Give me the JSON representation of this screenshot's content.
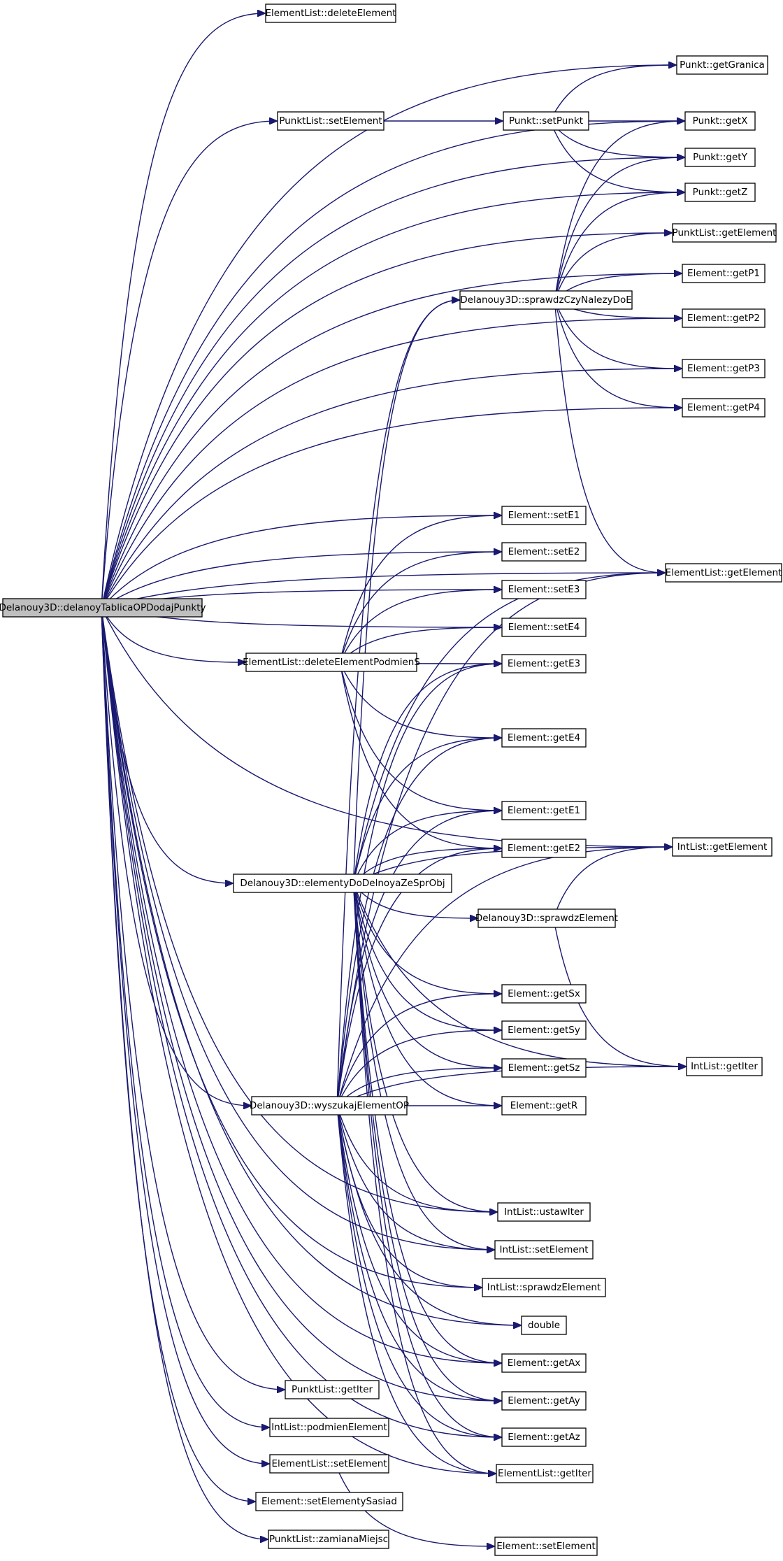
{
  "diagram": {
    "root_id": "root",
    "nodes": [
      {
        "id": "root",
        "label": "Delanouy3D::delanoyTablicaOPDodajPunkty"
      },
      {
        "id": "el_deleteElement",
        "label": "ElementList::deleteElement"
      },
      {
        "id": "pl_setElement",
        "label": "PunktList::setElement"
      },
      {
        "id": "p_setPunkt",
        "label": "Punkt::setPunkt"
      },
      {
        "id": "p_getGranica",
        "label": "Punkt::getGranica"
      },
      {
        "id": "p_getX",
        "label": "Punkt::getX"
      },
      {
        "id": "p_getY",
        "label": "Punkt::getY"
      },
      {
        "id": "p_getZ",
        "label": "Punkt::getZ"
      },
      {
        "id": "pl_getElement",
        "label": "PunktList::getElement"
      },
      {
        "id": "e_getP1",
        "label": "Element::getP1"
      },
      {
        "id": "d_sprawdzCzy",
        "label": "Delanouy3D::sprawdzCzyNalezyDoE"
      },
      {
        "id": "e_getP2",
        "label": "Element::getP2"
      },
      {
        "id": "e_getP3",
        "label": "Element::getP3"
      },
      {
        "id": "e_getP4",
        "label": "Element::getP4"
      },
      {
        "id": "e_setE1",
        "label": "Element::setE1"
      },
      {
        "id": "e_setE2",
        "label": "Element::setE2"
      },
      {
        "id": "el_getElement",
        "label": "ElementList::getElement"
      },
      {
        "id": "e_setE3",
        "label": "Element::setE3"
      },
      {
        "id": "e_setE4",
        "label": "Element::setE4"
      },
      {
        "id": "el_deleteElementPodmienS",
        "label": "ElementList::deleteElementPodmienS"
      },
      {
        "id": "e_getE3",
        "label": "Element::getE3"
      },
      {
        "id": "e_getE4",
        "label": "Element::getE4"
      },
      {
        "id": "e_getE1",
        "label": "Element::getE1"
      },
      {
        "id": "il_getElement",
        "label": "IntList::getElement"
      },
      {
        "id": "e_getE2",
        "label": "Element::getE2"
      },
      {
        "id": "d_elementyDo",
        "label": "Delanouy3D::elementyDoDelnoyaZeSprObj"
      },
      {
        "id": "d_sprawdzElement",
        "label": "Delanouy3D::sprawdzElement"
      },
      {
        "id": "e_getSx",
        "label": "Element::getSx"
      },
      {
        "id": "e_getSy",
        "label": "Element::getSy"
      },
      {
        "id": "il_getIter",
        "label": "IntList::getIter"
      },
      {
        "id": "e_getSz",
        "label": "Element::getSz"
      },
      {
        "id": "d_wyszukaj",
        "label": "Delanouy3D::wyszukajElementOP"
      },
      {
        "id": "e_getR",
        "label": "Element::getR"
      },
      {
        "id": "il_ustawIter",
        "label": "IntList::ustawIter"
      },
      {
        "id": "il_setElement",
        "label": "IntList::setElement"
      },
      {
        "id": "il_sprawdzElement",
        "label": "IntList::sprawdzElement"
      },
      {
        "id": "double",
        "label": "double"
      },
      {
        "id": "e_getAx",
        "label": "Element::getAx"
      },
      {
        "id": "pl_getIter",
        "label": "PunktList::getIter"
      },
      {
        "id": "e_getAy",
        "label": "Element::getAy"
      },
      {
        "id": "il_podmien",
        "label": "IntList::podmienElement"
      },
      {
        "id": "e_getAz",
        "label": "Element::getAz"
      },
      {
        "id": "el_setElement",
        "label": "ElementList::setElement"
      },
      {
        "id": "el_getIter",
        "label": "ElementList::getIter"
      },
      {
        "id": "e_setSasiad",
        "label": "Element::setElementySasiad"
      },
      {
        "id": "pl_zamiana",
        "label": "PunktList::zamianaMiejsc"
      },
      {
        "id": "e_setElement",
        "label": "Element::setElement"
      }
    ],
    "edges": [
      [
        "root",
        "el_deleteElement"
      ],
      [
        "root",
        "p_getGranica"
      ],
      [
        "root",
        "pl_setElement"
      ],
      [
        "root",
        "p_getX"
      ],
      [
        "root",
        "p_getY"
      ],
      [
        "root",
        "p_getZ"
      ],
      [
        "root",
        "pl_getElement"
      ],
      [
        "root",
        "e_getP1"
      ],
      [
        "root",
        "e_getP2"
      ],
      [
        "root",
        "e_getP3"
      ],
      [
        "root",
        "e_getP4"
      ],
      [
        "root",
        "el_getElement"
      ],
      [
        "root",
        "il_getElement"
      ],
      [
        "root",
        "e_setE1"
      ],
      [
        "root",
        "e_setE2"
      ],
      [
        "root",
        "e_setE3"
      ],
      [
        "root",
        "e_setE4"
      ],
      [
        "root",
        "el_deleteElementPodmienS"
      ],
      [
        "root",
        "d_elementyDo"
      ],
      [
        "root",
        "d_wyszukaj"
      ],
      [
        "root",
        "il_ustawIter"
      ],
      [
        "root",
        "il_setElement"
      ],
      [
        "root",
        "il_sprawdzElement"
      ],
      [
        "root",
        "double"
      ],
      [
        "root",
        "e_getAx"
      ],
      [
        "root",
        "e_getAy"
      ],
      [
        "root",
        "e_getAz"
      ],
      [
        "root",
        "el_getIter"
      ],
      [
        "root",
        "pl_getIter"
      ],
      [
        "root",
        "il_podmien"
      ],
      [
        "root",
        "el_setElement"
      ],
      [
        "root",
        "e_setSasiad"
      ],
      [
        "root",
        "pl_zamiana"
      ],
      [
        "pl_setElement",
        "p_setPunkt"
      ],
      [
        "p_setPunkt",
        "p_getGranica"
      ],
      [
        "p_setPunkt",
        "p_getX"
      ],
      [
        "p_setPunkt",
        "p_getY"
      ],
      [
        "p_setPunkt",
        "p_getZ"
      ],
      [
        "d_sprawdzCzy",
        "p_getX"
      ],
      [
        "d_sprawdzCzy",
        "p_getY"
      ],
      [
        "d_sprawdzCzy",
        "p_getZ"
      ],
      [
        "d_sprawdzCzy",
        "pl_getElement"
      ],
      [
        "d_sprawdzCzy",
        "e_getP1"
      ],
      [
        "d_sprawdzCzy",
        "e_getP2"
      ],
      [
        "d_sprawdzCzy",
        "e_getP3"
      ],
      [
        "d_sprawdzCzy",
        "e_getP4"
      ],
      [
        "d_sprawdzCzy",
        "el_getElement"
      ],
      [
        "el_deleteElementPodmienS",
        "e_setE1"
      ],
      [
        "el_deleteElementPodmienS",
        "e_setE2"
      ],
      [
        "el_deleteElementPodmienS",
        "e_setE3"
      ],
      [
        "el_deleteElementPodmienS",
        "e_setE4"
      ],
      [
        "el_deleteElementPodmienS",
        "e_getE1"
      ],
      [
        "el_deleteElementPodmienS",
        "e_getE2"
      ],
      [
        "el_deleteElementPodmienS",
        "e_getE3"
      ],
      [
        "el_deleteElementPodmienS",
        "e_getE4"
      ],
      [
        "d_elementyDo",
        "d_sprawdzCzy"
      ],
      [
        "d_elementyDo",
        "el_getElement"
      ],
      [
        "d_elementyDo",
        "e_getE1"
      ],
      [
        "d_elementyDo",
        "e_getE2"
      ],
      [
        "d_elementyDo",
        "e_getE3"
      ],
      [
        "d_elementyDo",
        "e_getE4"
      ],
      [
        "d_elementyDo",
        "il_getElement"
      ],
      [
        "d_elementyDo",
        "d_sprawdzElement"
      ],
      [
        "d_elementyDo",
        "il_getIter"
      ],
      [
        "d_elementyDo",
        "e_getSx"
      ],
      [
        "d_elementyDo",
        "e_getSy"
      ],
      [
        "d_elementyDo",
        "e_getSz"
      ],
      [
        "d_elementyDo",
        "e_getR"
      ],
      [
        "d_elementyDo",
        "il_ustawIter"
      ],
      [
        "d_elementyDo",
        "il_setElement"
      ],
      [
        "d_elementyDo",
        "e_getAx"
      ],
      [
        "d_elementyDo",
        "e_getAy"
      ],
      [
        "d_elementyDo",
        "e_getAz"
      ],
      [
        "d_elementyDo",
        "el_getIter"
      ],
      [
        "d_sprawdzElement",
        "il_getElement"
      ],
      [
        "d_sprawdzElement",
        "il_getIter"
      ],
      [
        "d_wyszukaj",
        "d_sprawdzCzy"
      ],
      [
        "d_wyszukaj",
        "el_getElement"
      ],
      [
        "d_wyszukaj",
        "e_getE1"
      ],
      [
        "d_wyszukaj",
        "e_getE2"
      ],
      [
        "d_wyszukaj",
        "e_getE3"
      ],
      [
        "d_wyszukaj",
        "e_getE4"
      ],
      [
        "d_wyszukaj",
        "il_getElement"
      ],
      [
        "d_wyszukaj",
        "il_getIter"
      ],
      [
        "d_wyszukaj",
        "e_getSx"
      ],
      [
        "d_wyszukaj",
        "e_getSy"
      ],
      [
        "d_wyszukaj",
        "e_getSz"
      ],
      [
        "d_wyszukaj",
        "e_getR"
      ],
      [
        "d_wyszukaj",
        "il_ustawIter"
      ],
      [
        "d_wyszukaj",
        "il_setElement"
      ],
      [
        "d_wyszukaj",
        "il_sprawdzElement"
      ],
      [
        "d_wyszukaj",
        "double"
      ],
      [
        "d_wyszukaj",
        "e_getAx"
      ],
      [
        "d_wyszukaj",
        "e_getAy"
      ],
      [
        "d_wyszukaj",
        "e_getAz"
      ],
      [
        "d_wyszukaj",
        "el_getIter"
      ],
      [
        "el_setElement",
        "e_setElement"
      ]
    ]
  }
}
